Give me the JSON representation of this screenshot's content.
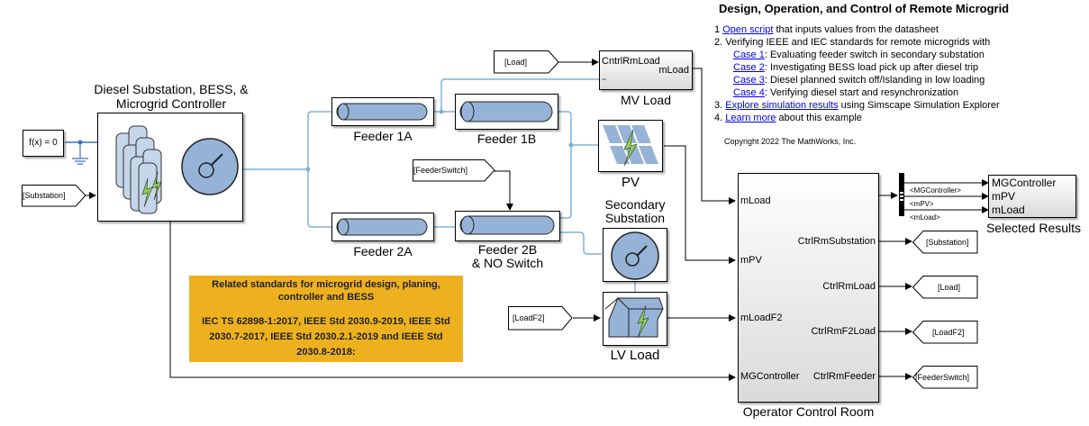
{
  "notes": {
    "title": "Design, Operation, and Control of Remote Microgrid",
    "items": [
      {
        "prefix": "1  ",
        "link": "Open script",
        "text": " that inputs values from the datasheet"
      },
      {
        "prefix": "2. ",
        "link": "",
        "text": "Verifying IEEE and IEC standards for remote microgrids with"
      },
      {
        "prefix": "",
        "link": "Case 1",
        "text": ": Evaluating feeder switch in secondary substation"
      },
      {
        "prefix": "",
        "link": "Case 2",
        "text": ": Investigating BESS load pick up after diesel trip"
      },
      {
        "prefix": "",
        "link": "Case 3",
        "text": ": Diesel planned switch off/Islanding  in low loading"
      },
      {
        "prefix": "",
        "link": "Case 4",
        "text": ": Verifying diesel start and resynchronization"
      },
      {
        "prefix": "3. ",
        "link": "Explore simulation results",
        "text": " using Simscape Simulation Explorer"
      },
      {
        "prefix": "4. ",
        "link": "Learn more",
        "text": " about this example"
      }
    ],
    "copyright": "Copyright 2022 The MathWorks, Inc."
  },
  "blocks": {
    "diesel": {
      "label_line1": "Diesel Substation, BESS, &",
      "label_line2": "Microgrid Controller"
    },
    "solver": {
      "label": "f(x) = 0"
    },
    "feeder1a": {
      "label": "Feeder 1A"
    },
    "feeder1b": {
      "label": "Feeder 1B"
    },
    "feeder2a": {
      "label": "Feeder 2A"
    },
    "feeder2b": {
      "label_line1": "Feeder 2B",
      "label_line2": "& NO Switch"
    },
    "mvload": {
      "label": "MV Load",
      "port_in": "CntrlRmLoad",
      "port_out": "mLoad",
      "port_conn": "~"
    },
    "pv": {
      "label": "PV"
    },
    "secondary": {
      "label_line1": "Secondary",
      "label_line2": "Substation"
    },
    "lvload": {
      "label": "LV Load"
    },
    "ocr": {
      "label": "Operator Control Room",
      "inputs": [
        "mLoad",
        "mPV",
        "mLoadF2",
        "MGController"
      ],
      "outputs": [
        "CtrlRmSubstation",
        "CtrlRmLoad",
        "CtrlRmF2Load",
        "CtrlRmFeeder"
      ]
    },
    "results": {
      "label": "Selected Results",
      "inputs": [
        "MGController",
        "mPV",
        "mLoad"
      ]
    },
    "bus_signals": [
      "<MGController>",
      "<mPV>",
      "<mLoad>"
    ]
  },
  "tags": {
    "from_substation": "[Substation]",
    "from_load": "[Load]",
    "from_feederswitch": "[FeederSwitch]",
    "from_loadf2": "[LoadF2]",
    "goto_substation": "[Substation]",
    "goto_load": "[Load]",
    "goto_loadf2": "[LoadF2]",
    "goto_feederswitch": "[FeederSwitch]"
  },
  "standards": {
    "heading_line1": "Related standards for microgrid design, planing,",
    "heading_line2": "controller and BESS",
    "body_line1": "IEC TS 62898-1:2017, IEEE Std 2030.9-2019, IEEE Std",
    "body_line2": "2030.7-2017, IEEE Std 2030.2.1-2019 and IEEE Std",
    "body_line3": "2030.8-2018:"
  },
  "colors": {
    "physical_line": "#7fb2d6",
    "signal_line": "#000000",
    "block_fill": "#95b3d7",
    "annotation_bg": "#edb120",
    "bolt": "#8fd14f"
  }
}
